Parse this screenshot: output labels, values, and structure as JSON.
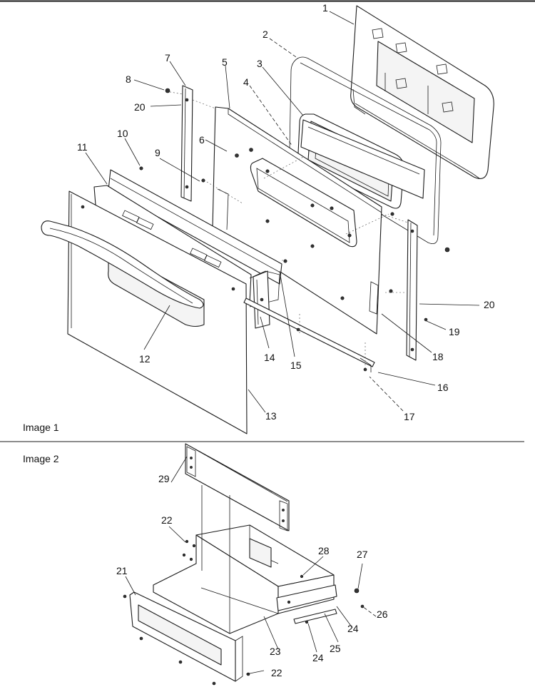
{
  "sections": [
    {
      "label": "Image 1"
    },
    {
      "label": "Image 2"
    }
  ],
  "callouts": [
    "1",
    "2",
    "3",
    "4",
    "5",
    "6",
    "7",
    "8",
    "20",
    "10",
    "9",
    "11",
    "12",
    "13",
    "14",
    "15",
    "16",
    "17",
    "18",
    "19",
    "20",
    "29",
    "22",
    "28",
    "27",
    "21",
    "26",
    "24",
    "24",
    "25",
    "23",
    "22"
  ]
}
